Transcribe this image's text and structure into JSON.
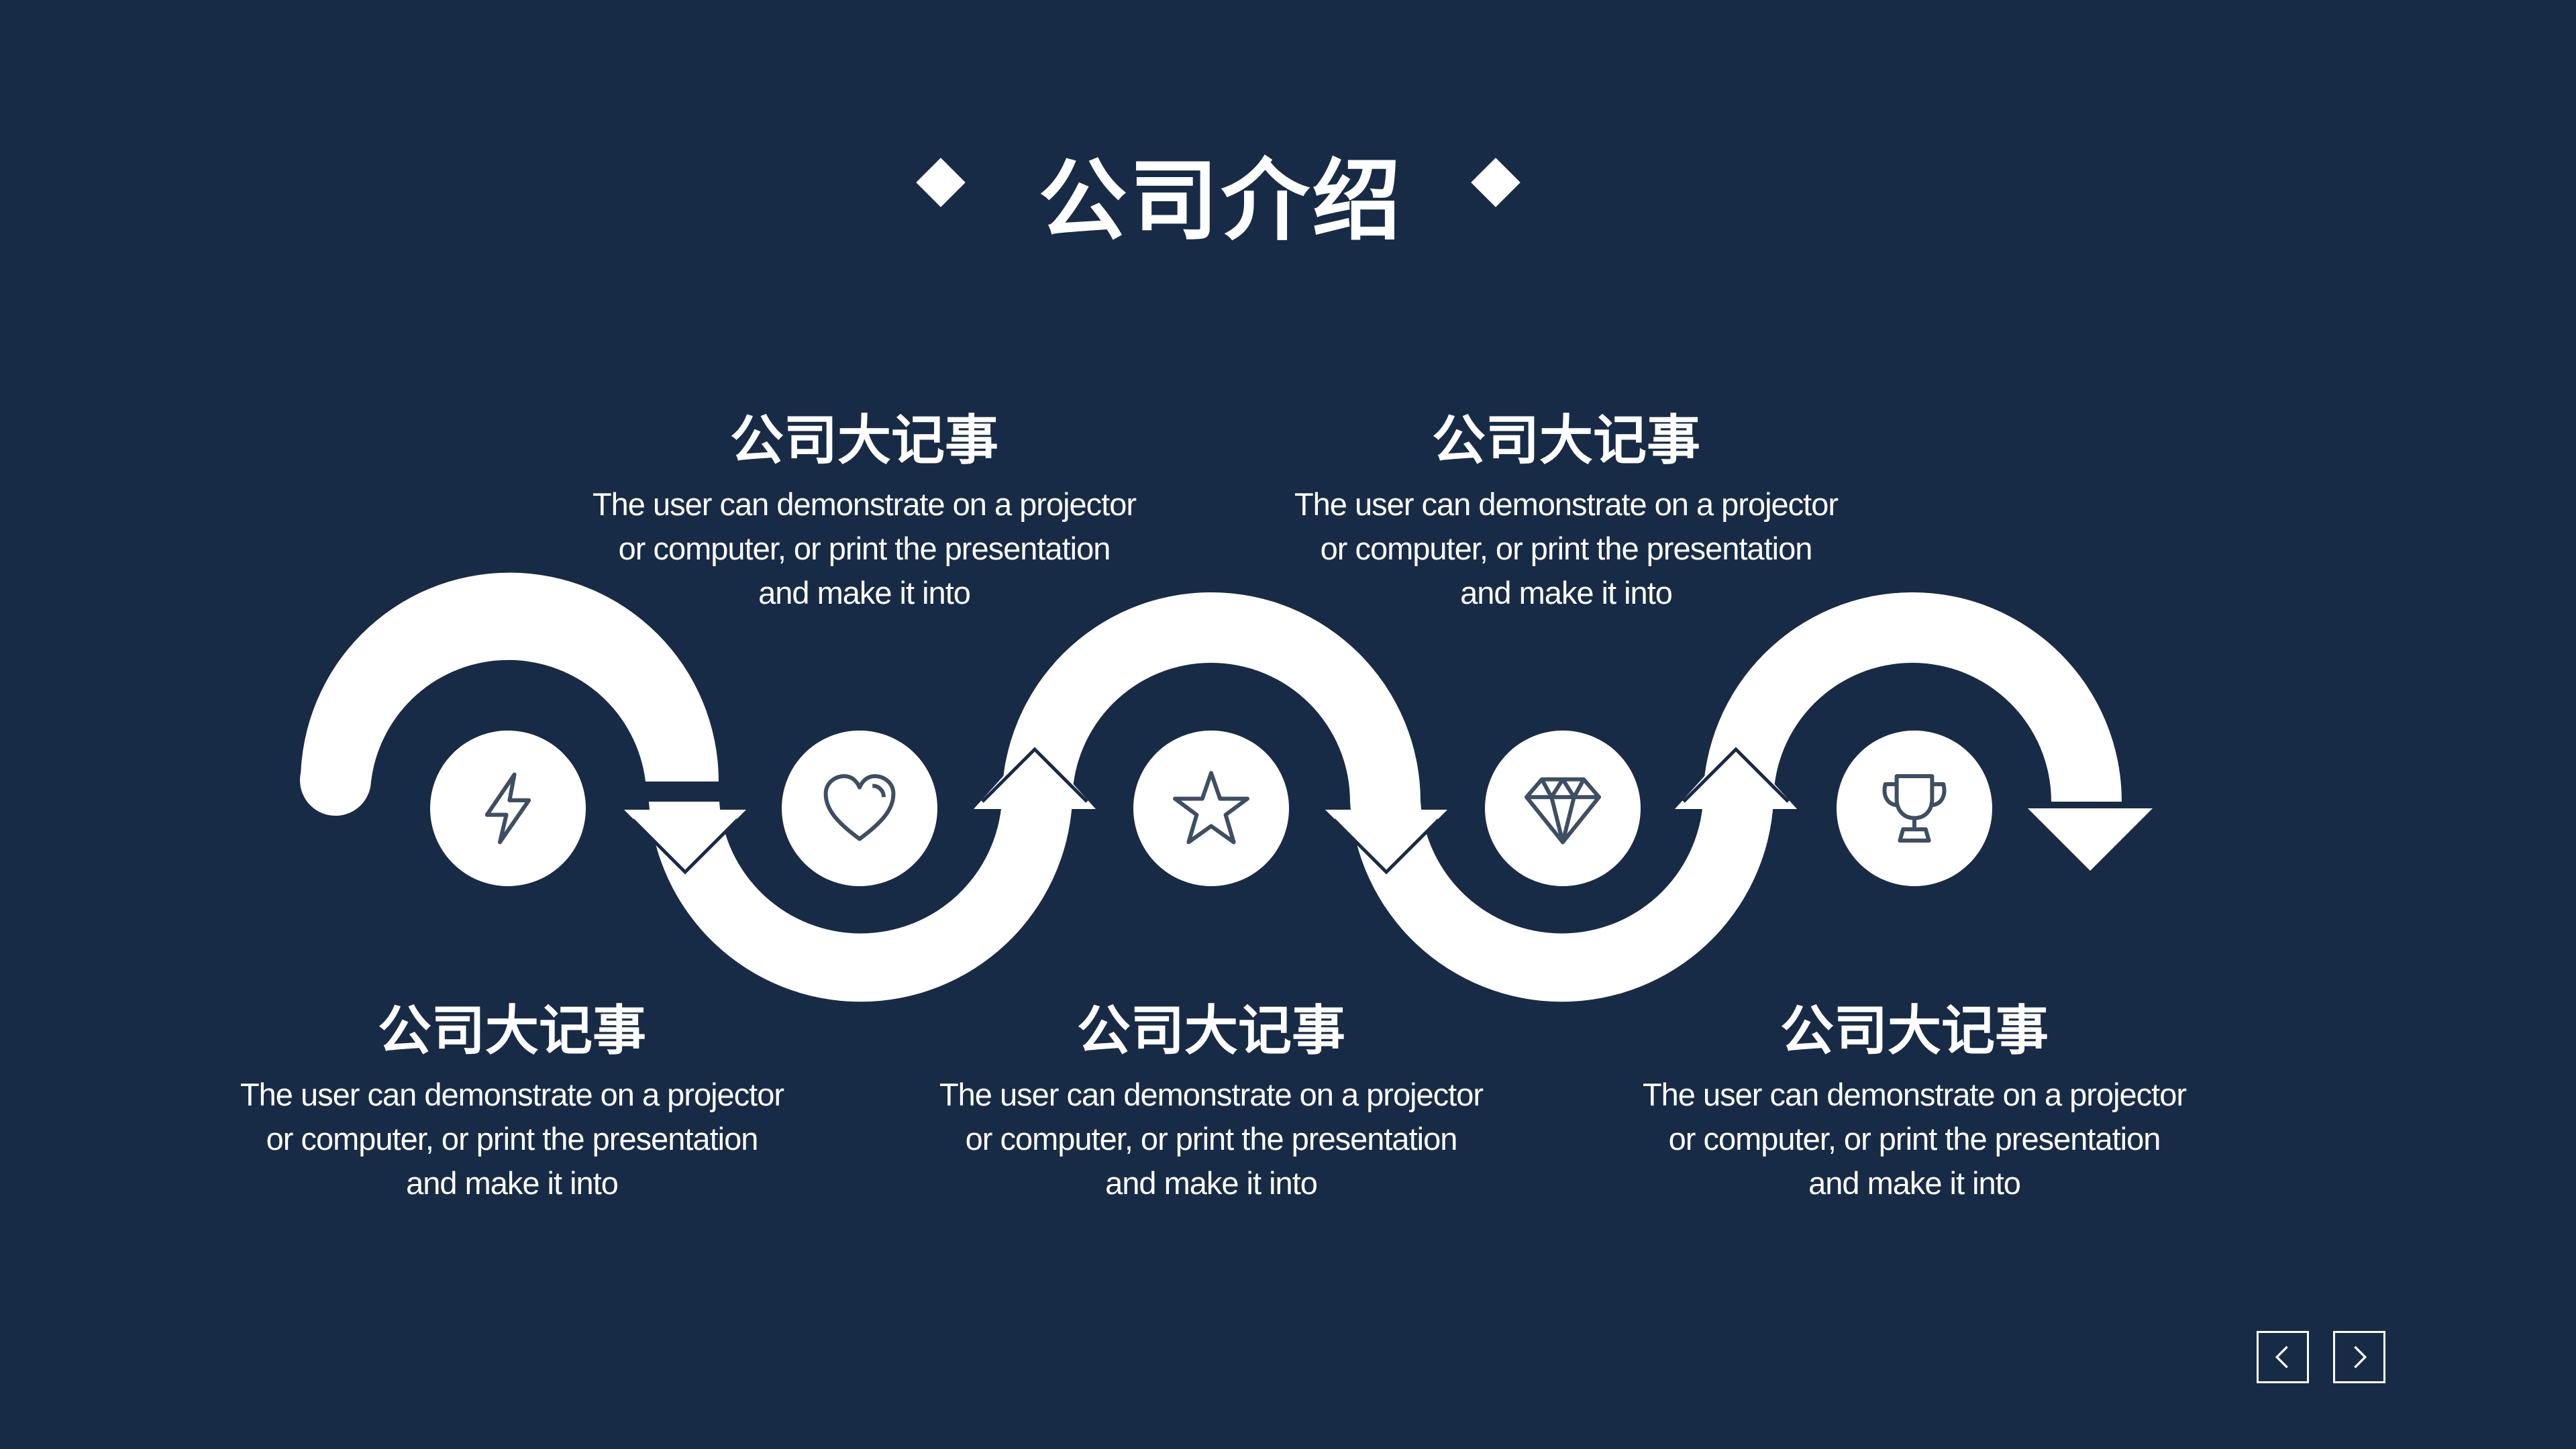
{
  "colors": {
    "background": "#182b46",
    "foreground": "#ffffff",
    "icon_stroke": "#3e4e63"
  },
  "title": "公司介绍",
  "milestones": [
    {
      "title": "公司大记事",
      "body": "The user can demonstrate on a projector or computer, or print the presentation and make it into",
      "icon": "lightning-icon"
    },
    {
      "title": "公司大记事",
      "body": "The user can demonstrate on a projector or computer, or print the presentation and make it into",
      "icon": "heart-icon"
    },
    {
      "title": "公司大记事",
      "body": "The user can demonstrate on a projector or computer, or print the presentation and make it into",
      "icon": "star-icon"
    },
    {
      "title": "公司大记事",
      "body": "The user can demonstrate on a projector or computer, or print the presentation and make it into",
      "icon": "diamond-icon"
    },
    {
      "title": "公司大记事",
      "body": "The user can demonstrate on a projector or computer, or print the presentation and make it into",
      "icon": "trophy-icon"
    }
  ],
  "nav": {
    "prev_icon": "chevron-left-icon",
    "next_icon": "chevron-right-icon"
  }
}
